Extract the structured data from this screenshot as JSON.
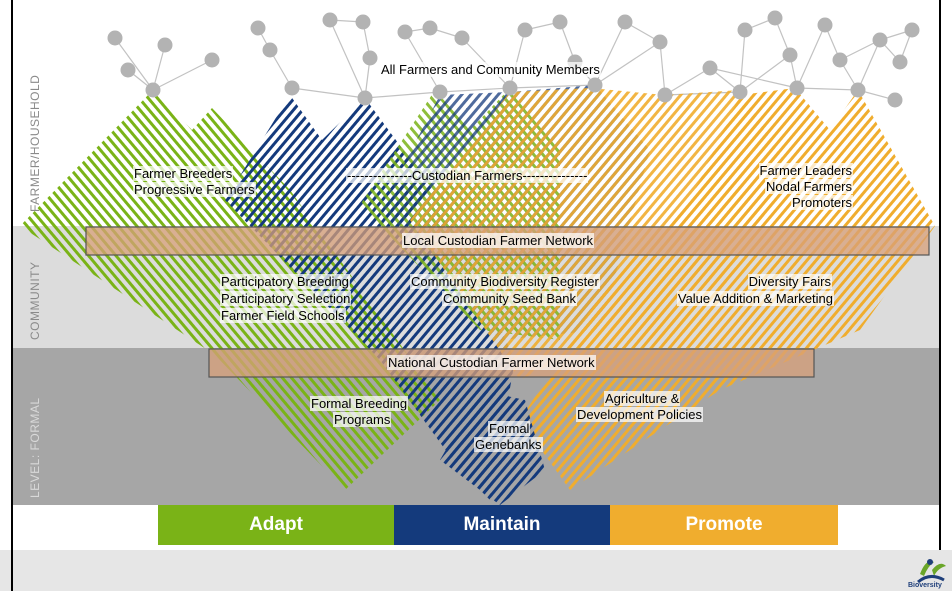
{
  "levels": {
    "farmer": "FARMER/HOUSEHOLD",
    "community": "COMMUNITY",
    "formal": "LEVEL: FORMAL"
  },
  "labels": {
    "all_farmers": "All Farmers and Community Members",
    "farmer_breeders": "Farmer Breeders",
    "progressive_farmers": "Progressive Farmers",
    "custodian_farmers": "---------------Custodian Farmers---------------",
    "farmer_leaders": "Farmer Leaders",
    "nodal_farmers": "Nodal Farmers",
    "promoters": "Promoters",
    "local_network": "Local Custodian Farmer Network",
    "participatory_breeding": "Participatory Breeding",
    "participatory_selection": "Participatory Selection",
    "farmer_field_schools": "Farmer Field Schools",
    "community_register": "Community Biodiversity Register",
    "community_seed_bank": "Community Seed Bank",
    "diversity_fairs": "Diversity Fairs",
    "value_addition": "Value Addition & Marketing",
    "national_network": "National Custodian Farmer Network",
    "formal_breeding_1": "Formal Breeding",
    "formal_breeding_2": "Programs",
    "formal_genebanks_1": "Formal",
    "formal_genebanks_2": "Genebanks",
    "agri_policies_1": "Agriculture &",
    "agri_policies_2": "Development Policies"
  },
  "bars": {
    "adapt": "Adapt",
    "maintain": "Maintain",
    "promote": "Promote"
  },
  "logo": {
    "text": "Bioversity"
  },
  "colors": {
    "green": "#7ab317",
    "blue": "#143a7c",
    "orange": "#f0ad2e",
    "node": "#b3b3b3",
    "band_community": "#dcdcdc",
    "band_formal": "#a6a6a6"
  }
}
